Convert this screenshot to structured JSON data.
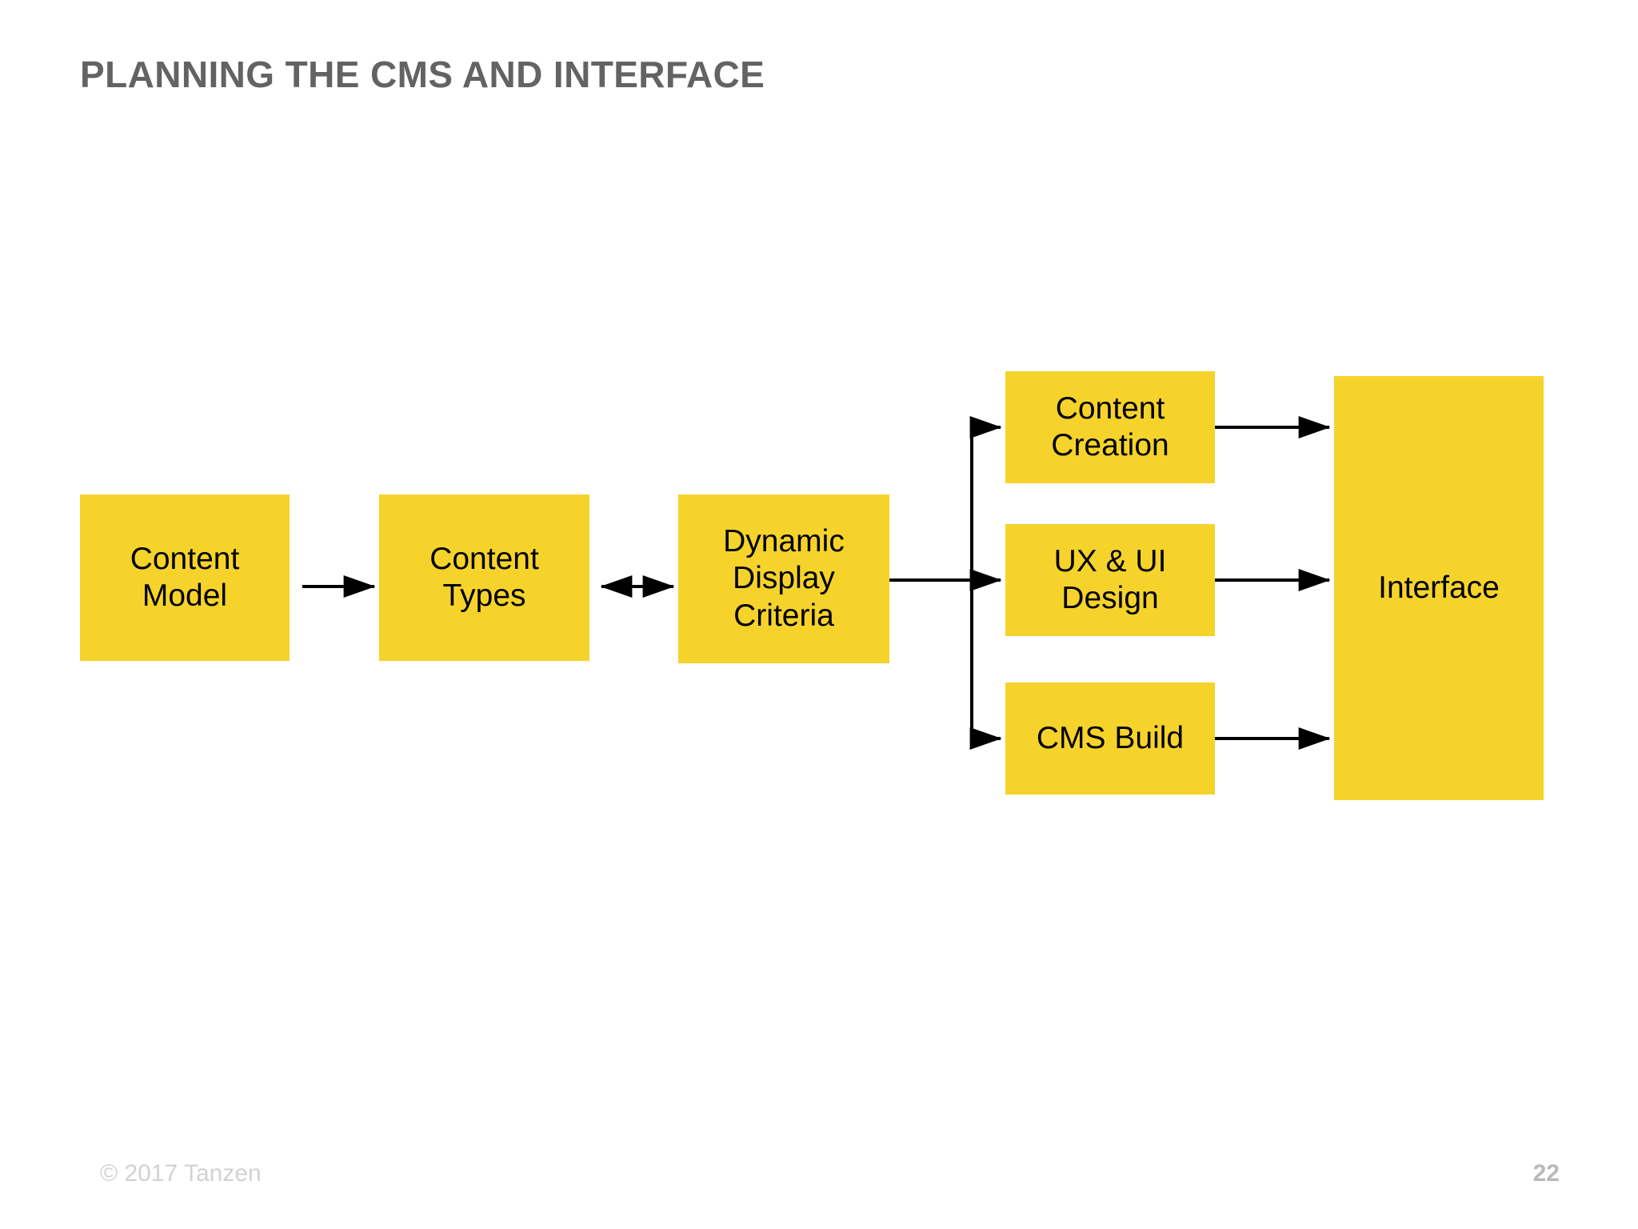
{
  "slide": {
    "title": "PLANNING THE CMS AND INTERFACE",
    "background_color": "#ffffff",
    "title_color": "#636363",
    "accent_color": "#F5D32B",
    "connector_color": "#000000"
  },
  "diagram": {
    "type": "flowchart",
    "nodes": [
      {
        "id": "content-model",
        "label": "Content\nModel"
      },
      {
        "id": "content-types",
        "label": "Content\nTypes"
      },
      {
        "id": "dynamic-display",
        "label": "Dynamic\nDisplay\nCriteria"
      },
      {
        "id": "content-creation",
        "label": "Content\nCreation"
      },
      {
        "id": "ux-ui-design",
        "label": "UX & UI\nDesign"
      },
      {
        "id": "cms-build",
        "label": "CMS Build"
      },
      {
        "id": "interface",
        "label": "Interface"
      }
    ],
    "edges": [
      {
        "from": "content-model",
        "to": "content-types",
        "direction": "forward"
      },
      {
        "from": "content-types",
        "to": "dynamic-display",
        "direction": "both"
      },
      {
        "from": "dynamic-display",
        "to": "content-creation",
        "direction": "forward"
      },
      {
        "from": "dynamic-display",
        "to": "ux-ui-design",
        "direction": "forward"
      },
      {
        "from": "dynamic-display",
        "to": "cms-build",
        "direction": "forward"
      },
      {
        "from": "content-creation",
        "to": "interface",
        "direction": "forward"
      },
      {
        "from": "ux-ui-design",
        "to": "interface",
        "direction": "forward"
      },
      {
        "from": "cms-build",
        "to": "interface",
        "direction": "forward"
      }
    ]
  },
  "footer": {
    "copyright": "© 2017 Tanzen",
    "page_number": "22"
  }
}
